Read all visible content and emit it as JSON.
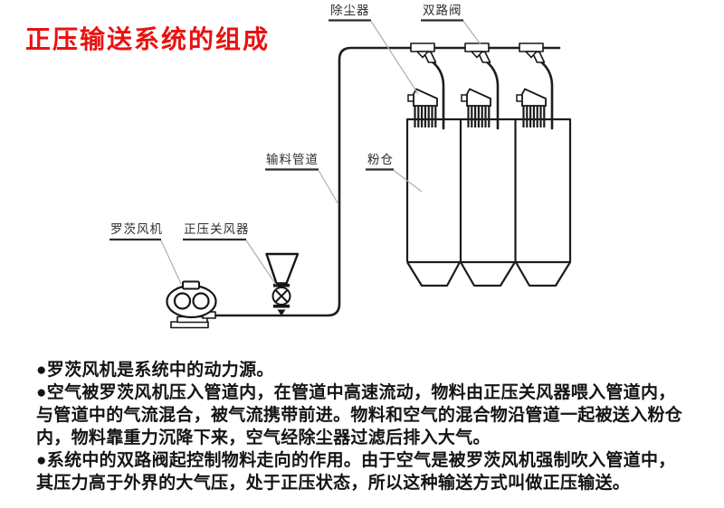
{
  "title": "正压输送系统的组成",
  "diagram": {
    "labels": {
      "dust_collector": "除尘器",
      "two_way_valve": "双路阀",
      "conveying_pipe": "输料管道",
      "powder_silo": "粉仓",
      "roots_blower": "罗茨风机",
      "rotary_airlock": "正压关风器"
    }
  },
  "description": {
    "lines": [
      "●罗茨风机是系统中的动力源。",
      "●空气被罗茨风机压入管道内，在管道中高速流动，物料由正压关风器喂入管道内，",
      "与管道中的气流混合，被气流携带前进。物料和空气的混合物沿管道一起被送入粉仓",
      "内，物料靠重力沉降下来，空气经除尘器过滤后排入大气。",
      "●系统中的双路阀起控制物料走向的作用。由于空气是被罗茨风机强制吹入管道中，",
      "其压力高于外界的大气压，处于正压状态，所以这种输送方式叫做正压输送。"
    ]
  },
  "colors": {
    "title_red": "#ea1110",
    "diagram_line": "#1e1e1e",
    "leader_gray": "#b0b0b0",
    "text_black": "#141414"
  }
}
